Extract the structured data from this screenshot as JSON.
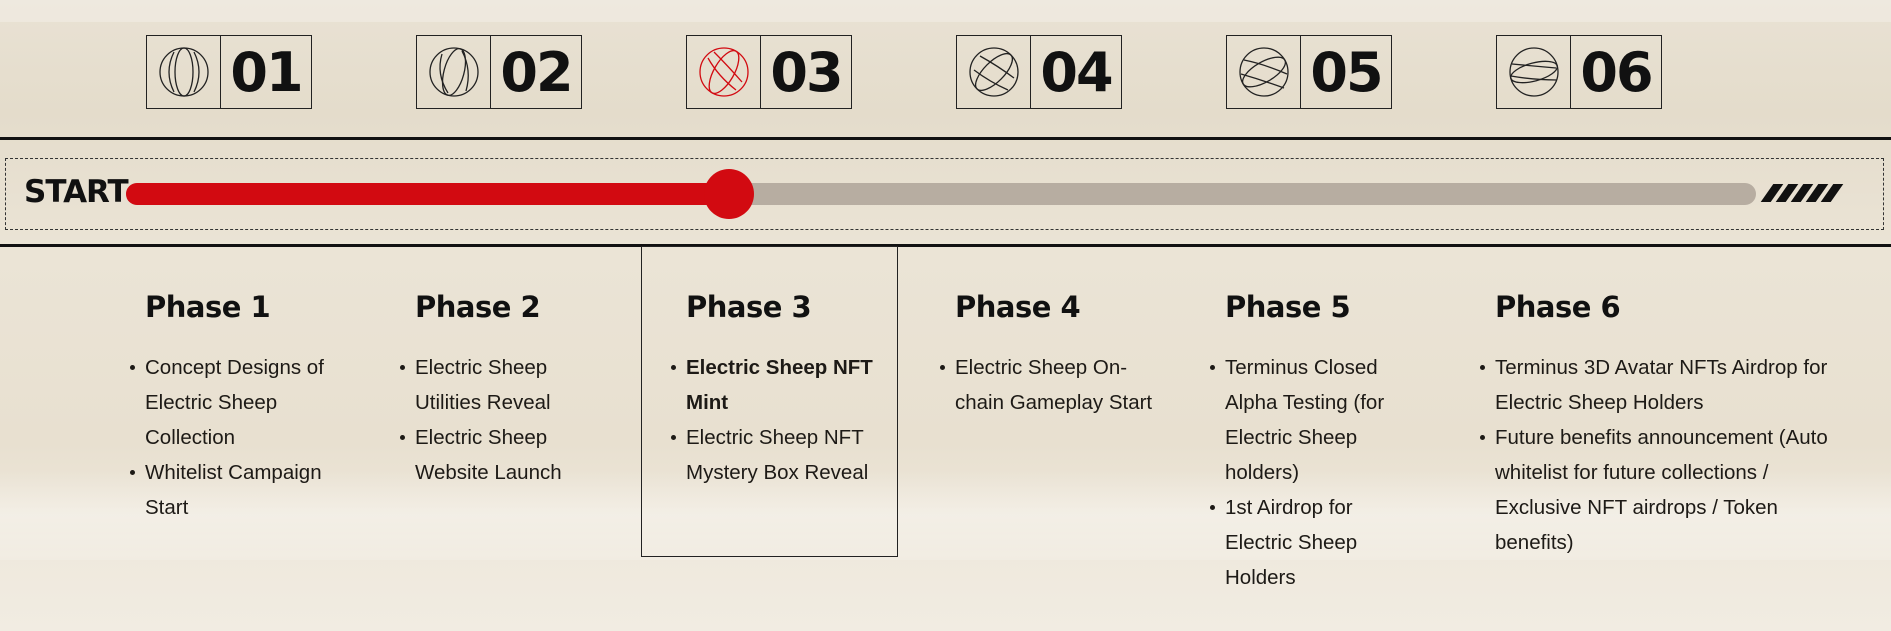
{
  "roadmap": {
    "numbers": [
      {
        "label": "01",
        "ball_color": "#222222"
      },
      {
        "label": "02",
        "ball_color": "#222222"
      },
      {
        "label": "03",
        "ball_color": "#d20a11"
      },
      {
        "label": "04",
        "ball_color": "#222222"
      },
      {
        "label": "05",
        "ball_color": "#222222"
      },
      {
        "label": "06",
        "ball_color": "#222222"
      }
    ],
    "progress": {
      "start_label": "START",
      "fraction_complete": 0.37,
      "fill_color": "#d20a11",
      "track_color": "#b7ada1",
      "end_marker": "stripes-icon"
    },
    "phases": [
      {
        "title": "Phase 1",
        "items": [
          "Concept Designs of Electric Sheep Collection",
          "Whitelist Campaign Start"
        ],
        "current": false
      },
      {
        "title": "Phase 2",
        "items": [
          "Electric Sheep Utilities Reveal",
          "Electric Sheep Website Launch"
        ],
        "current": false
      },
      {
        "title": "Phase 3",
        "items": [
          "Electric Sheep NFT Mint",
          "Electric Sheep NFT Mystery Box Reveal"
        ],
        "current": true
      },
      {
        "title": "Phase 4",
        "items": [
          "Electric Sheep On-chain Gameplay Start"
        ],
        "current": false
      },
      {
        "title": "Phase 5",
        "items": [
          "Terminus Closed Alpha Testing (for Electric Sheep holders)",
          "1st Airdrop for Electric Sheep Holders"
        ],
        "current": false
      },
      {
        "title": "Phase 6",
        "items": [
          "Terminus 3D Avatar NFTs Airdrop for Electric Sheep Holders",
          "Future benefits announcement (Auto whitelist for future collections / Exclusive NFT airdrops / Token benefits)"
        ],
        "current": false
      }
    ]
  }
}
